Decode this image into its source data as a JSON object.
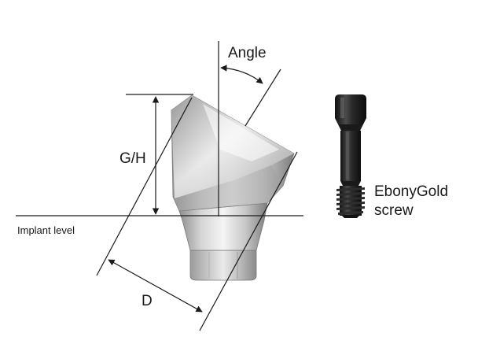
{
  "labels": {
    "angle": "Angle",
    "gh": "G/H",
    "implant_level": "Implant level",
    "d": "D",
    "screw_line1": "EbonyGold",
    "screw_line2": "screw"
  },
  "colors": {
    "line": "#1a1a1a",
    "metal_dark": "#8a8a8a",
    "metal_light": "#f2f2f2",
    "screw_dark": "#1e1e1e"
  },
  "icons": {
    "abutment": "angled-abutment-drawing",
    "screw": "screw-drawing",
    "angle_arrow": "curved-double-arrow"
  }
}
